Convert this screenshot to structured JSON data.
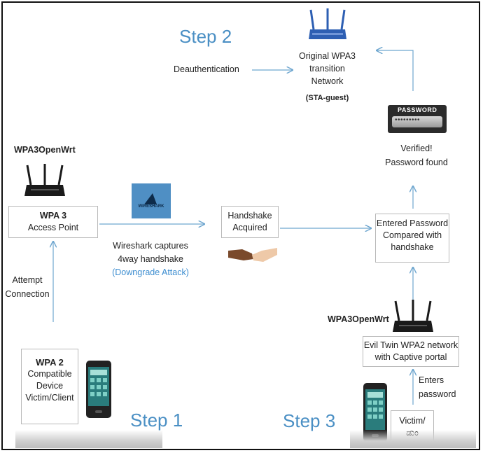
{
  "steps": {
    "step1": "Step 1",
    "step2": "Step 2",
    "step3": "Step 3"
  },
  "original_network": {
    "line1": "Original WPA3",
    "line2": "transition",
    "line3": "Network",
    "ssid": "(STA-guest)"
  },
  "deauth": "Deauthentication",
  "password_box": {
    "label": "PASSWORD",
    "dots": "•••••••••"
  },
  "verified": {
    "line1": "Verified!",
    "line2": "Password found"
  },
  "left_router_label": "WPA3OpenWrt",
  "access_point": {
    "line1": "WPA 3",
    "line2": "Access Point"
  },
  "wireshark_logo": "WIRESHARK",
  "wireshark_caption": {
    "line1": "Wireshark captures",
    "line2": "4way handshake",
    "line3": "(Downgrade Attack)"
  },
  "handshake": {
    "line1": "Handshake",
    "line2": "Acquired"
  },
  "compare": {
    "line1": "Entered Password",
    "line2": "Compared with",
    "line3": "handshake"
  },
  "attempt": {
    "line1": "Attempt",
    "line2": "Connection"
  },
  "right_router_label": "WPA3OpenWrt",
  "evil_twin": {
    "line1": "Evil Twin WPA2 network",
    "line2": "with Captive portal"
  },
  "enters": {
    "line1": "Enters",
    "line2": "password"
  },
  "wpa2_device": {
    "line1": "WPA 2",
    "line2": "Compatible",
    "line3": "Device",
    "line4": "Victim/Client"
  },
  "victim": {
    "line1": "Victim/",
    "line2": "ಡುಂ"
  },
  "colors": {
    "accent": "#3c8dd0",
    "arrow": "#6ea6cf",
    "router": "#1a1a1a",
    "router_blue": "#2d5fb3"
  }
}
